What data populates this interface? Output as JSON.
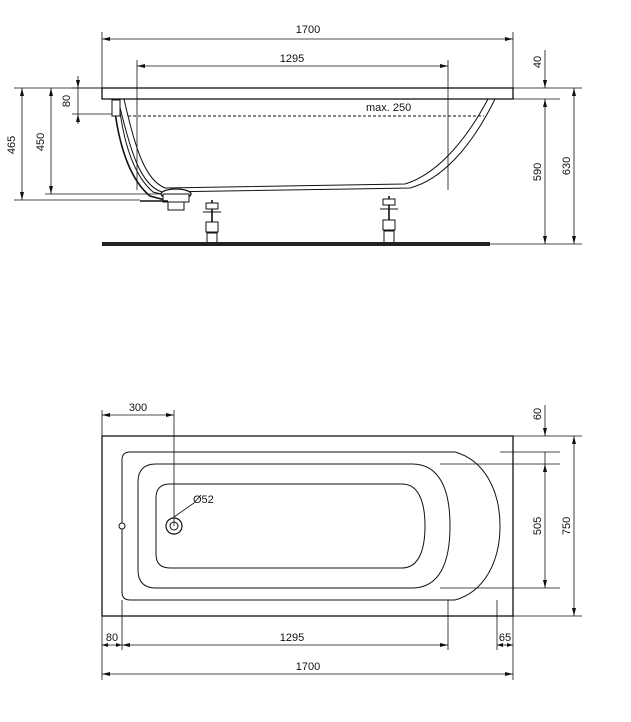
{
  "side_view": {
    "dimensions": {
      "overall_length": "1700",
      "inner_length": "1295",
      "rim_thickness": "40",
      "overflow_offset": "80",
      "height_465": "465",
      "height_450": "450",
      "water_level": "max. 250",
      "height_590": "590",
      "height_630": "630"
    }
  },
  "plan_view": {
    "dimensions": {
      "waste_offset": "300",
      "rim_width": "60",
      "waste_diameter": "Ø52",
      "inner_width": "505",
      "overall_width": "750",
      "left_offset": "80",
      "inner_length": "1295",
      "right_offset": "65",
      "overall_length": "1700"
    }
  }
}
